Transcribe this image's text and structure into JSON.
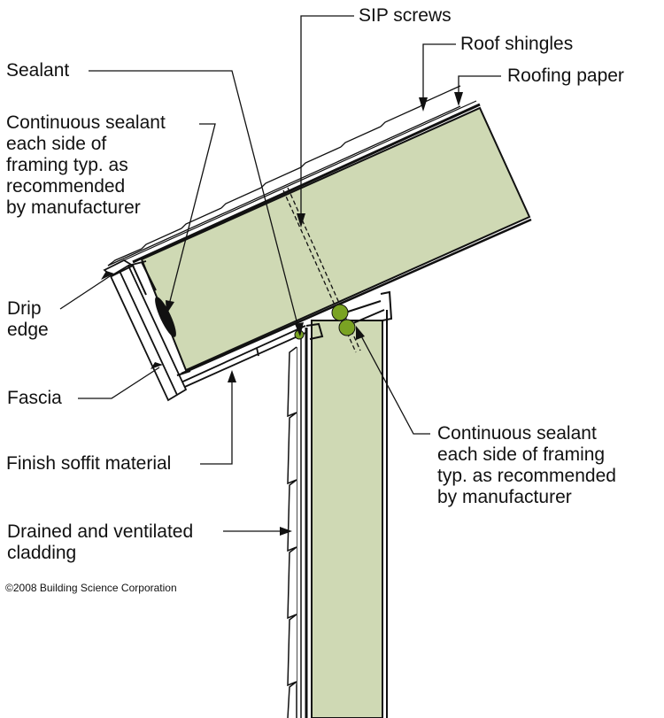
{
  "diagram": {
    "labels": {
      "sip_screws": "SIP screws",
      "roof_shingles": "Roof shingles",
      "roofing_paper": "Roofing paper",
      "sealant": "Sealant",
      "continuous_sealant_left": [
        "Continuous sealant",
        "each side of",
        "framing typ. as",
        "recommended",
        "by manufacturer"
      ],
      "drip_edge": [
        "Drip",
        "edge"
      ],
      "fascia": "Fascia",
      "finish_soffit": "Finish soffit material",
      "drained_cladding": [
        "Drained and ventilated",
        "cladding"
      ],
      "continuous_sealant_right": [
        "Continuous sealant",
        "each side of framing",
        "typ. as recommended",
        "by manufacturer"
      ]
    },
    "copyright": "©2008 Building Science Corporation",
    "colors": {
      "panel_fill": "#cfd9b4",
      "sealant_green": "#7aa323",
      "line": "#111111"
    }
  }
}
